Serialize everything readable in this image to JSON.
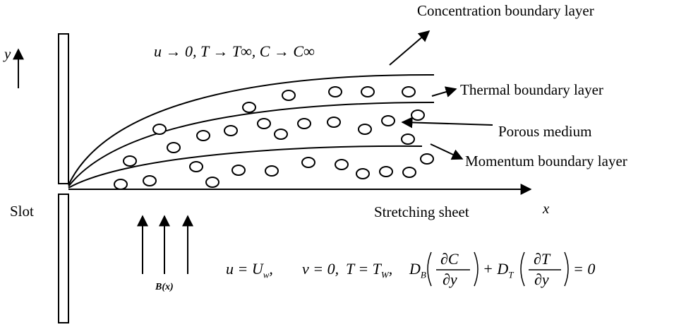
{
  "labels": {
    "concentration": "Concentration boundary layer",
    "thermal": "Thermal boundary layer",
    "porous": "Porous medium",
    "momentum": "Momentum boundary layer",
    "slot": "Slot",
    "sheet": "Stretching sheet",
    "x_axis": "x",
    "y_axis": "y",
    "field": "B(x)"
  },
  "equations": {
    "far_field": "u → 0, T → T∞, C → C∞",
    "wall": {
      "u": "u = U",
      "u_sub": "w",
      "v": "v = 0,",
      "T": "T = T",
      "T_sub": "W",
      "D": "D",
      "D_sub": "B",
      "dC": "∂C",
      "dy1": "∂y",
      "plus": "+ D",
      "plus_sub": "T",
      "dT": "∂T",
      "dy2": "∂y",
      "zero": "= 0",
      "comma1": ",",
      "comma2": ","
    }
  },
  "colors": {
    "stroke": "#000000",
    "background": "#ffffff"
  }
}
